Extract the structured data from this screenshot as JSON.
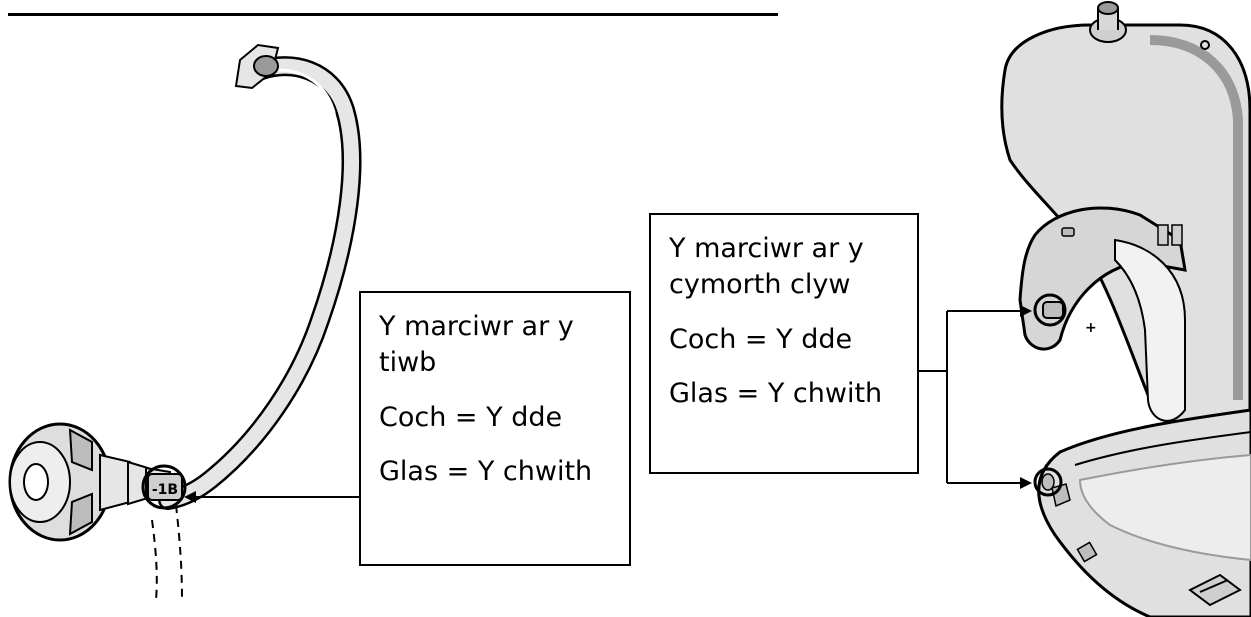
{
  "tube_label": {
    "heading": "Y marciwr ar y tiwb",
    "red": "Coch = Y dde",
    "blue": "Glas = Y chwith"
  },
  "aid_label": {
    "heading": "Y marciwr ar y cymorth clyw",
    "red": "Coch = Y dde",
    "blue": "Glas = Y chwith"
  },
  "tube_marker_text": "-1B",
  "aid_marker_text": "+",
  "colors": {
    "line": "#000000",
    "device_fill": "#e6e6e6",
    "device_shade": "#bdbdbd",
    "background": "#ffffff"
  }
}
